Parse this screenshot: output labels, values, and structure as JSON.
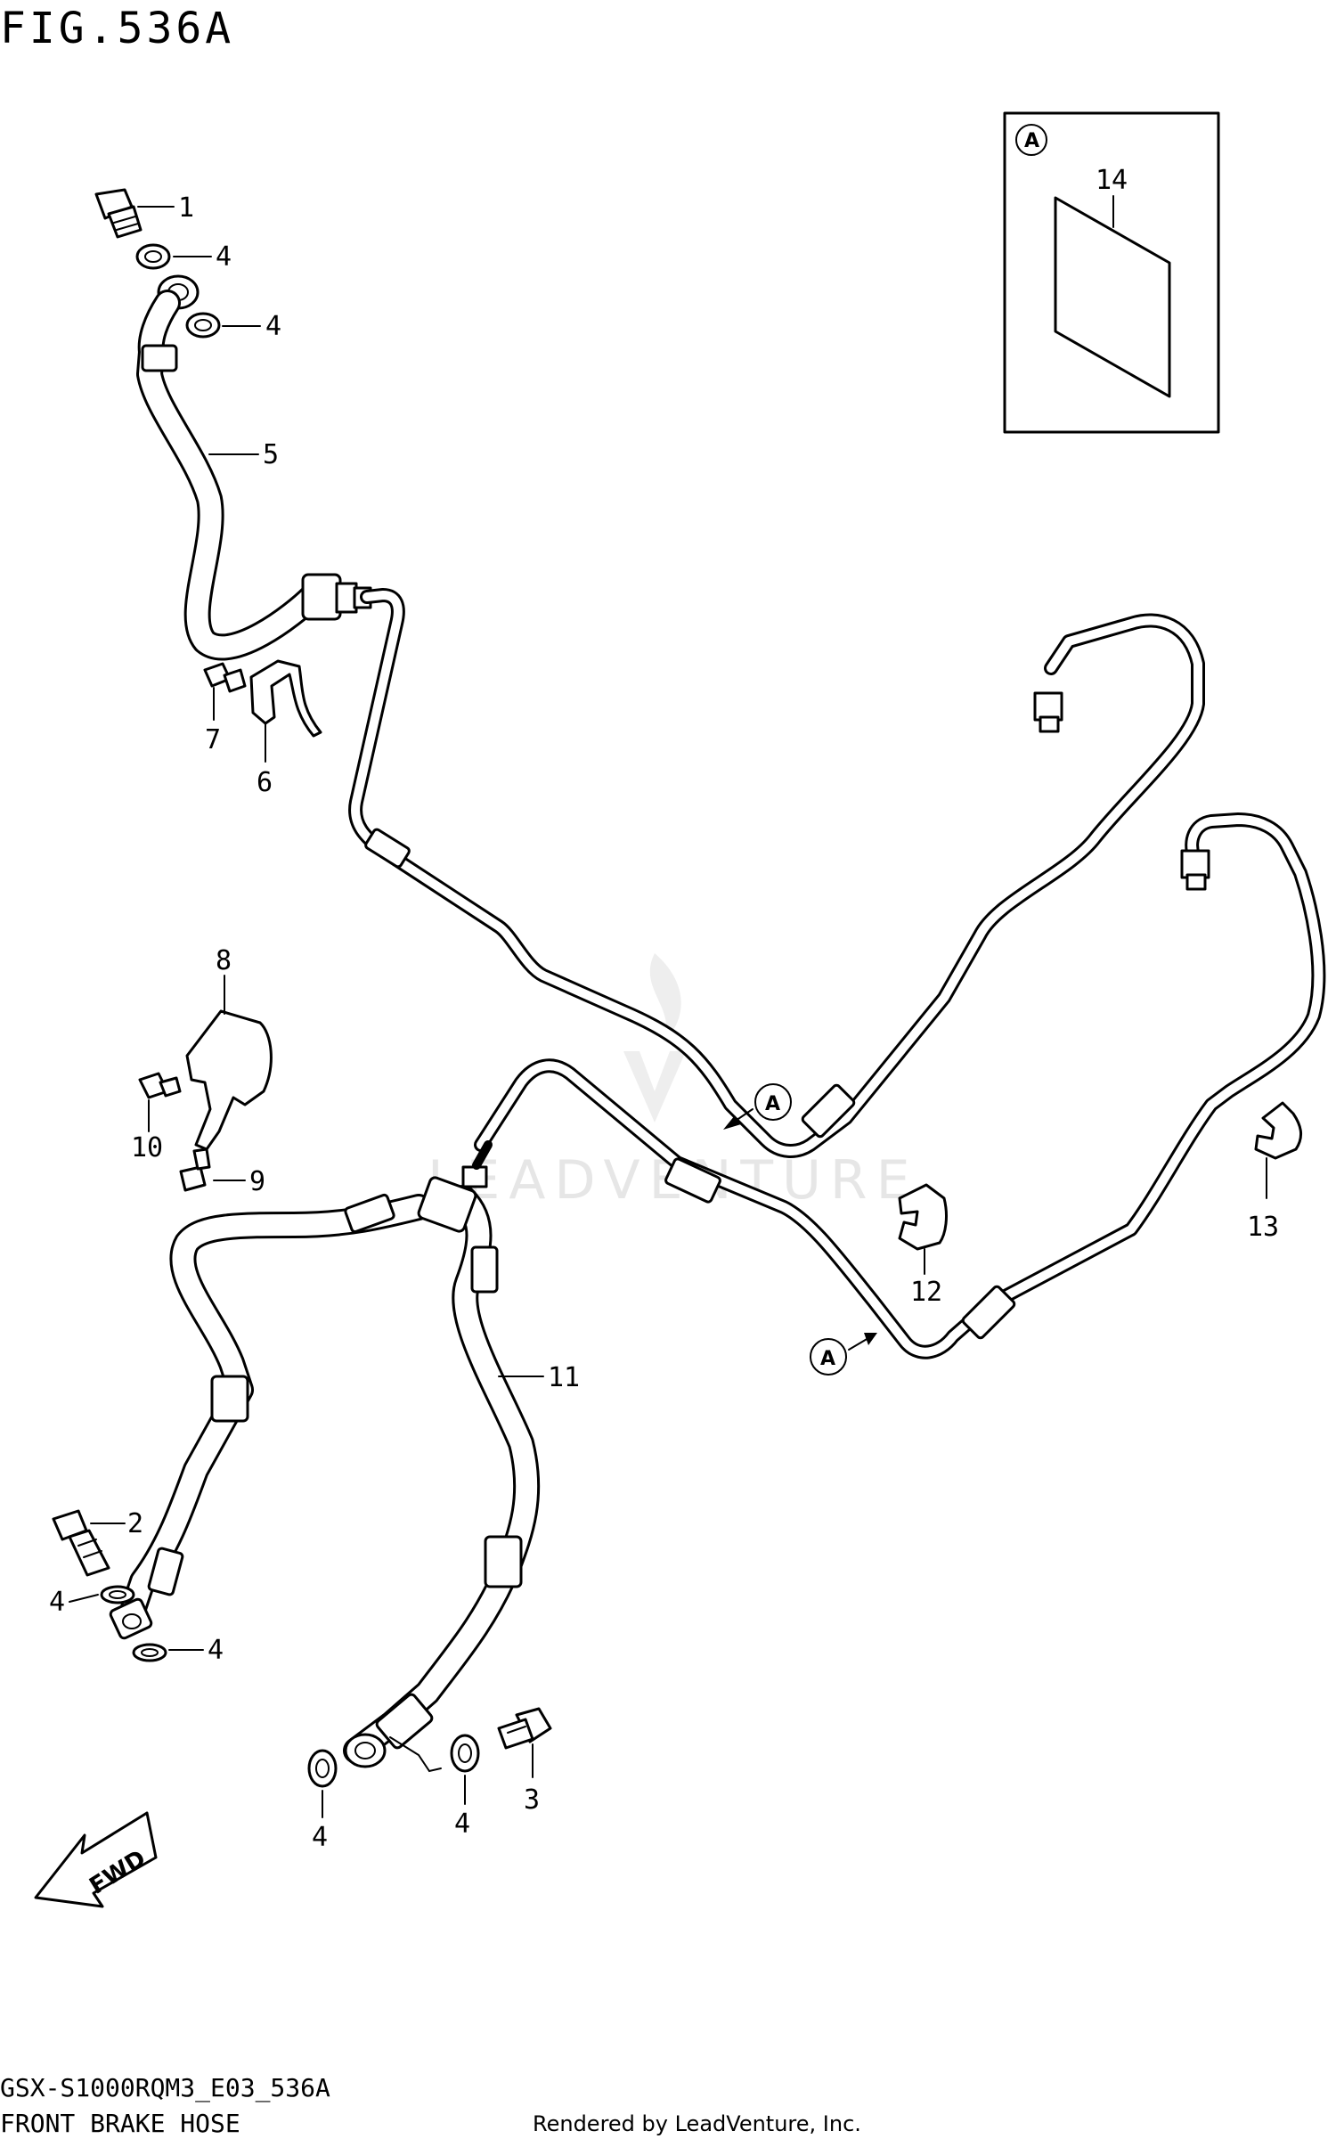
{
  "figure": {
    "title": "FIG.536A",
    "model_code": "GSX-S1000RQM3_E03_536A",
    "section_name": "FRONT BRAKE HOSE",
    "render_credit": "Rendered by LeadVenture, Inc.",
    "watermark": "LEADVENTURE",
    "direction_badge": "FWD"
  },
  "inset": {
    "callout_letter": "A",
    "part_label": "14"
  },
  "callouts": {
    "upper": "A",
    "lower": "A"
  },
  "parts": {
    "p1": "1",
    "p2": "2",
    "p3": "3",
    "p4a": "4",
    "p4b": "4",
    "p4c": "4",
    "p4d": "4",
    "p4e": "4",
    "p4f": "4",
    "p5": "5",
    "p6": "6",
    "p7": "7",
    "p8": "8",
    "p9": "9",
    "p10": "10",
    "p11": "11",
    "p12": "12",
    "p13": "13"
  }
}
